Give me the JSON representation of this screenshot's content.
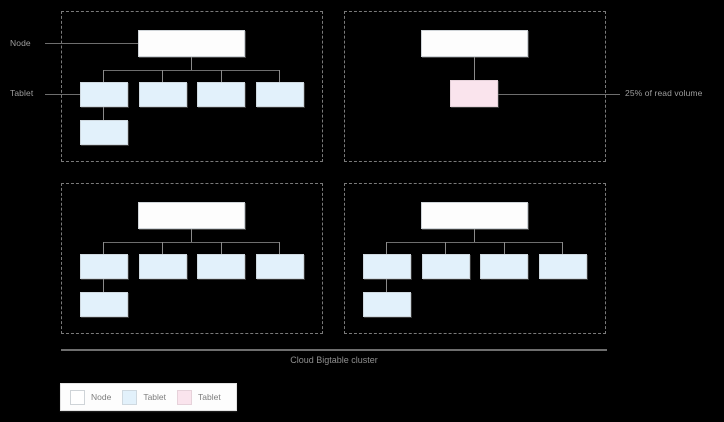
{
  "diagram": {
    "title": "Cloud Bigtable cluster",
    "background_color": "#000000",
    "annotations": {
      "node_label": "Node",
      "tablet_label": "Tablet",
      "hotspot_label": "25% of read volume"
    },
    "legend": {
      "items": [
        {
          "label": "Node",
          "color": "#fdfdfd",
          "swatch": "white"
        },
        {
          "label": "Tablet",
          "color": "#e2f1fb",
          "swatch": "blue"
        },
        {
          "label": "Tablet",
          "color": "#fae4ed",
          "swatch": "pink"
        }
      ]
    },
    "nodes": [
      {
        "id": "node-1",
        "position": "top-left",
        "node_box_label": "",
        "tablets": [
          {
            "id": "t1-1",
            "color": "blue",
            "label": ""
          },
          {
            "id": "t1-2",
            "color": "blue",
            "label": ""
          },
          {
            "id": "t1-3",
            "color": "blue",
            "label": ""
          },
          {
            "id": "t1-4",
            "color": "blue",
            "label": ""
          },
          {
            "id": "t1-5",
            "color": "blue",
            "label": ""
          }
        ]
      },
      {
        "id": "node-2",
        "position": "top-right",
        "node_box_label": "",
        "tablets": [
          {
            "id": "t2-1",
            "color": "pink",
            "label": ""
          }
        ]
      },
      {
        "id": "node-3",
        "position": "bottom-left",
        "node_box_label": "",
        "tablets": [
          {
            "id": "t3-1",
            "color": "blue",
            "label": ""
          },
          {
            "id": "t3-2",
            "color": "blue",
            "label": ""
          },
          {
            "id": "t3-3",
            "color": "blue",
            "label": ""
          },
          {
            "id": "t3-4",
            "color": "blue",
            "label": ""
          },
          {
            "id": "t3-5",
            "color": "blue",
            "label": ""
          }
        ]
      },
      {
        "id": "node-4",
        "position": "bottom-right",
        "node_box_label": "",
        "tablets": [
          {
            "id": "t4-1",
            "color": "blue",
            "label": ""
          },
          {
            "id": "t4-2",
            "color": "blue",
            "label": ""
          },
          {
            "id": "t4-3",
            "color": "blue",
            "label": ""
          },
          {
            "id": "t4-4",
            "color": "blue",
            "label": ""
          },
          {
            "id": "t4-5",
            "color": "blue",
            "label": ""
          }
        ]
      }
    ]
  }
}
